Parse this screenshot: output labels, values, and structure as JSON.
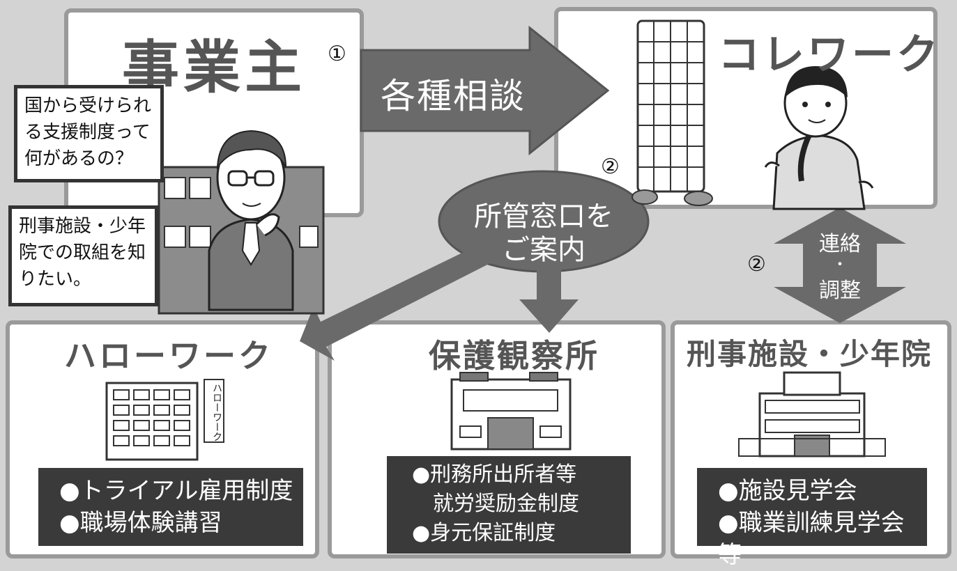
{
  "employer": {
    "title": "事業主",
    "bubble1": [
      "国から受けられ",
      "る支援制度って",
      "何があるの？"
    ],
    "bubble2": [
      "刑事施設・少年",
      "院での取組を知",
      "りたい。"
    ]
  },
  "step1": {
    "number": "①",
    "arrow_label": "各種相談"
  },
  "corework": {
    "title": "コレワーク",
    "step_number": "②"
  },
  "guide": {
    "line1": "所管窓口を",
    "line2": "ご案内"
  },
  "liaison": {
    "number": "②",
    "line1": "連絡",
    "dot": "・",
    "line2": "調整"
  },
  "hellowork": {
    "title": "ハローワーク",
    "sign": "ハローワーク",
    "items": [
      "●トライアル雇用制度",
      "●職場体験講習"
    ]
  },
  "probation": {
    "title": "保護観察所",
    "items": [
      "●刑務所出所者等",
      "　就労奨励金制度",
      "●身元保証制度"
    ]
  },
  "corrections": {
    "title": "刑事施設・少年院",
    "items": [
      "●施設見学会",
      "●職業訓練見学会等"
    ]
  }
}
